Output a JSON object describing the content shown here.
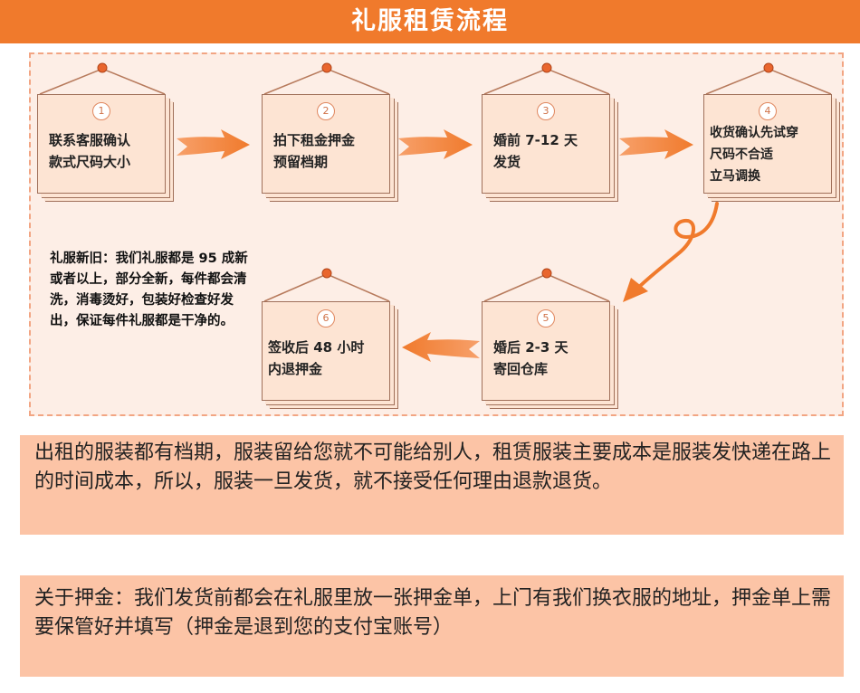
{
  "title": "礼服租赁流程",
  "steps": [
    {
      "num": "1",
      "text": "联系客服确认\n款式尺码大小"
    },
    {
      "num": "2",
      "text": "拍下租金押金\n预留档期"
    },
    {
      "num": "3",
      "text": "婚前 7-12 天\n发货"
    },
    {
      "num": "4",
      "text": "收货确认先试穿\n尺码不合适\n立马调换"
    },
    {
      "num": "5",
      "text": "婚后 2-3 天\n寄回仓库"
    },
    {
      "num": "6",
      "text": "签收后 48 小时\n内退押金"
    }
  ],
  "note": "礼服新旧：我们礼服都是 95 成新或者以上，部分全新，每件都会清洗，消毒烫好，包装好检查好发出，保证每件礼服都是干净的。",
  "info_rental": "出租的服装都有档期，服装留给您就不可能给别人，租赁服装主要成本是服装发快递在路上的时间成本，所以，服装一旦发货，就不接受任何理由退款退货。",
  "info_deposit": "关于押金：我们发货前都会在礼服里放一张押金单，上门有我们换衣服的地址，押金单上需要保管好并填写（押金是退到您的支付宝账号）",
  "colors": {
    "title_bg": "#f07a2c",
    "card_bg": "#fde4d3",
    "info_bg": "#fcc4a6",
    "accent": "#f07a2c"
  }
}
